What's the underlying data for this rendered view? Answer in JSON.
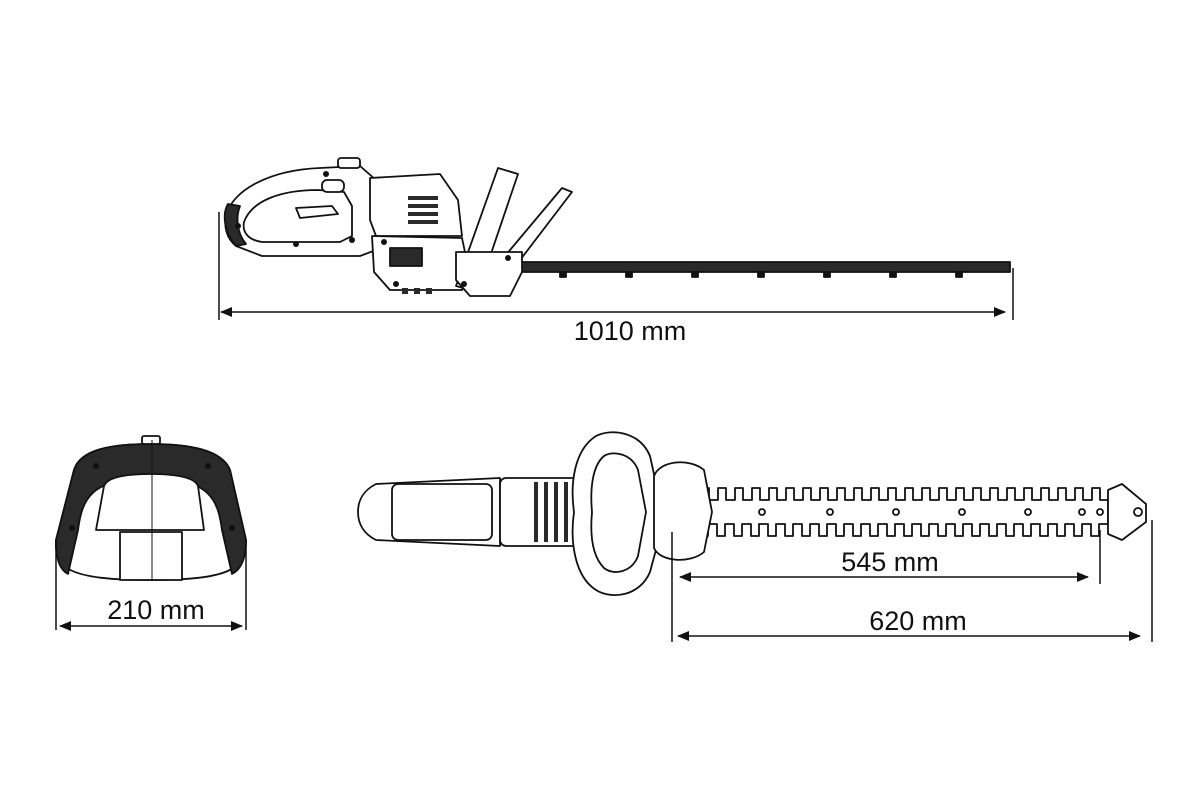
{
  "colors": {
    "line": "#111111",
    "fill_dark": "#2a2a2a",
    "background": "#ffffff"
  },
  "dimensions": {
    "overall_length": "1010 mm",
    "width": "210 mm",
    "cutting_length": "545 mm",
    "blade_length": "620 mm"
  },
  "views": [
    "side-view",
    "front-view",
    "top-view"
  ]
}
